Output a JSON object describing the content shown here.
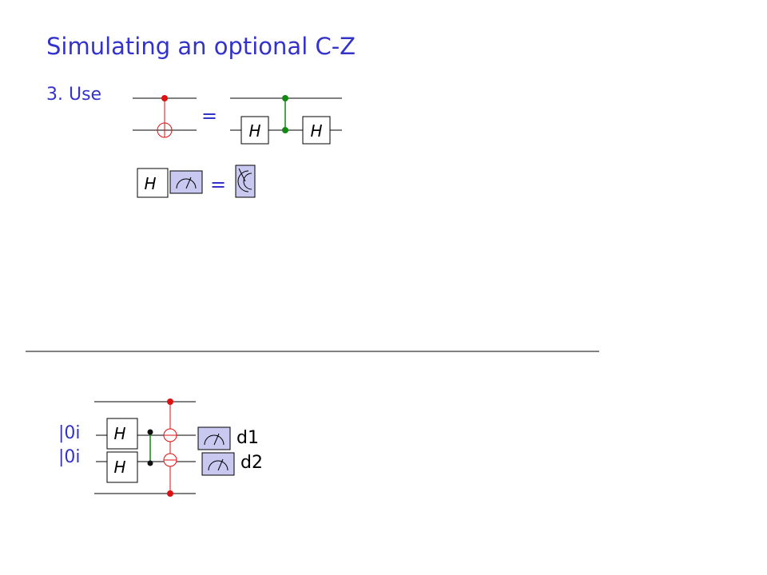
{
  "slide": {
    "title": "Simulating an optional C-Z",
    "step": "3. Use"
  },
  "equations": {
    "equals_1": "=",
    "equals_2": "="
  },
  "gates": {
    "h": "H"
  },
  "circuit": {
    "input_1": "|0i",
    "input_2": "|0i",
    "detector_1": "d1",
    "detector_2": "d2"
  },
  "colors": {
    "text": "#3333cc",
    "control_red": "#dd1111",
    "control_green": "#118811",
    "control_black": "#111111",
    "detector_fill": "#c8c8f0",
    "wire": "#000000"
  },
  "icons": {
    "cnot_target": "circle-plus",
    "measurement": "meter-dial",
    "measured_state": "bracket-detector"
  }
}
